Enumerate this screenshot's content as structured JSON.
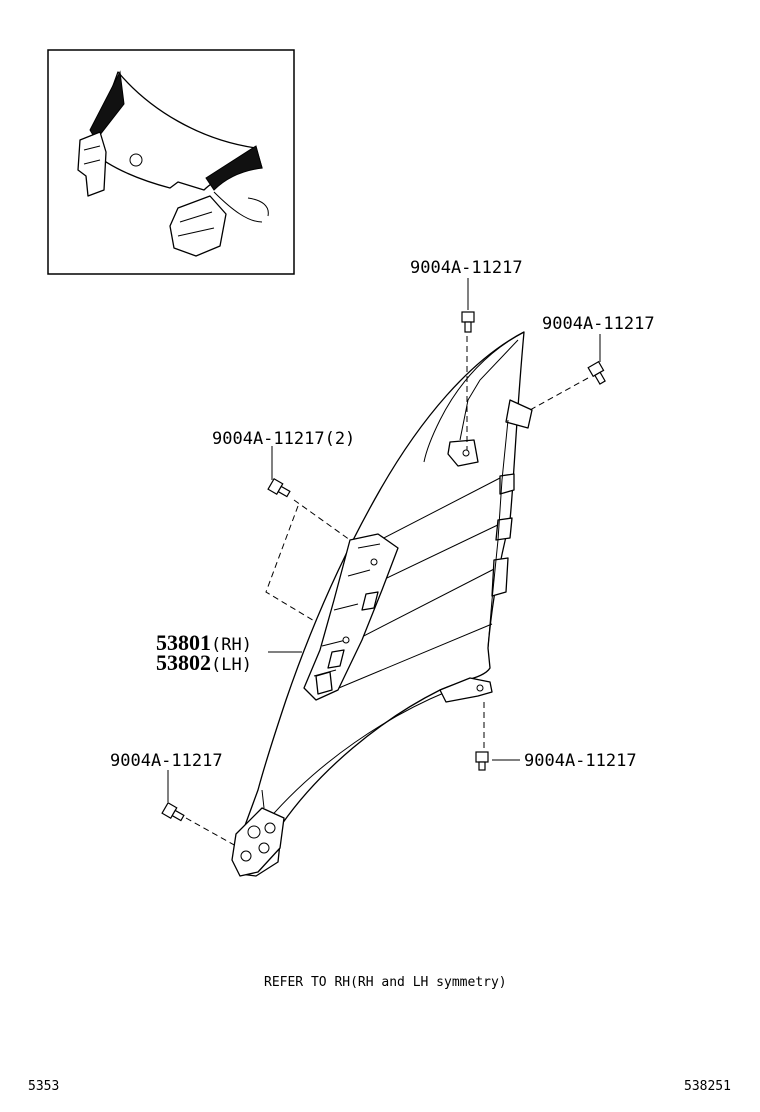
{
  "callouts": {
    "top_center": "9004A-11217",
    "top_right": "9004A-11217",
    "left_upper": "9004A-11217(2)",
    "left_lower": "9004A-11217",
    "right_lower": "9004A-11217"
  },
  "part_numbers": {
    "rh_number": "53801",
    "rh_suffix": "(RH)",
    "lh_number": "53802",
    "lh_suffix": "(LH)"
  },
  "note": "REFER TO RH(RH and LH symmetry)",
  "footer": {
    "left_code": "5353",
    "right_code": "538251"
  }
}
